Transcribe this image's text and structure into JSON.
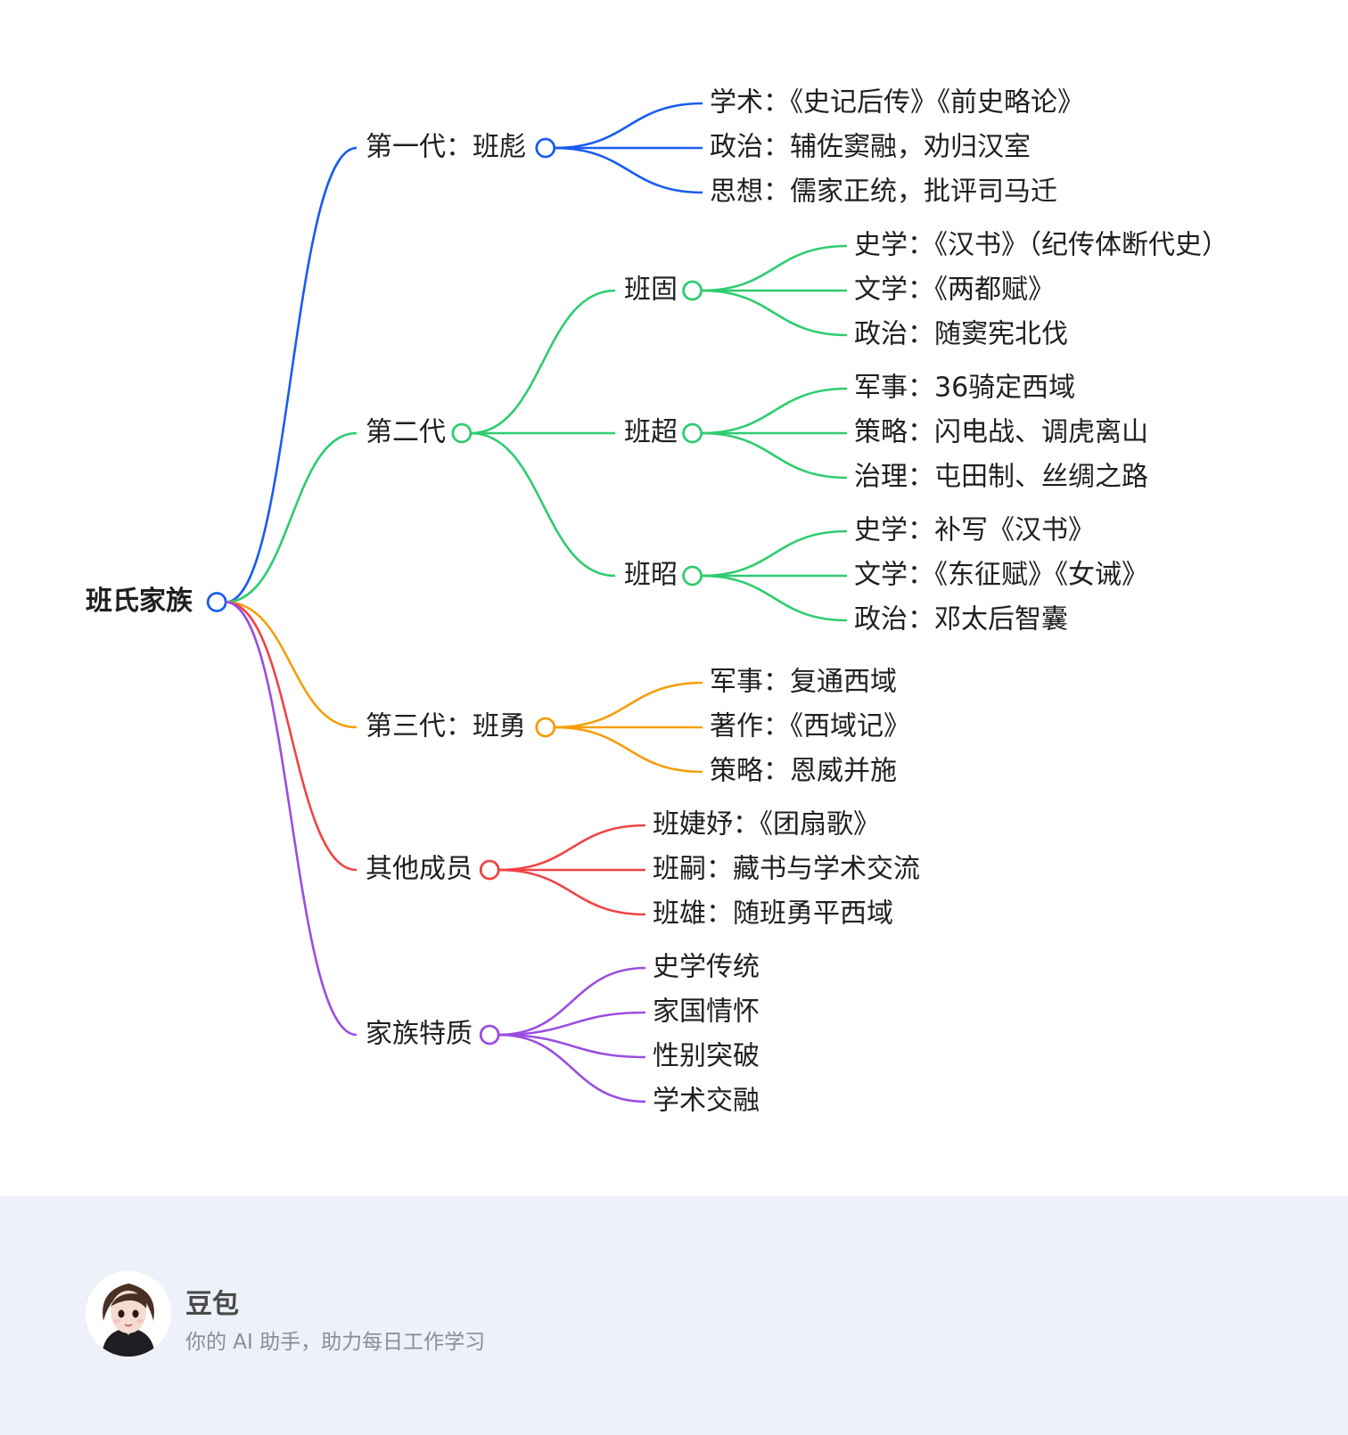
{
  "mindmap": {
    "root": {
      "label": "班氏家族",
      "color": "#1a5cf0",
      "children": [
        {
          "label": "第一代：班彪",
          "color": "#1a5cf0",
          "children": [
            {
              "label": "学术：《史记后传》《前史略论》"
            },
            {
              "label": "政治：辅佐窦融，劝归汉室"
            },
            {
              "label": "思想：儒家正统，批评司马迁"
            }
          ]
        },
        {
          "label": "第二代",
          "color": "#2ecc71",
          "children": [
            {
              "label": "班固",
              "children": [
                {
                  "label": "史学：《汉书》（纪传体断代史）"
                },
                {
                  "label": "文学：《两都赋》"
                },
                {
                  "label": "政治：随窦宪北伐"
                }
              ]
            },
            {
              "label": "班超",
              "children": [
                {
                  "label": "军事：36骑定西域"
                },
                {
                  "label": "策略：闪电战、调虎离山"
                },
                {
                  "label": "治理：屯田制、丝绸之路"
                }
              ]
            },
            {
              "label": "班昭",
              "children": [
                {
                  "label": "史学：补写《汉书》"
                },
                {
                  "label": "文学：《东征赋》《女诫》"
                },
                {
                  "label": "政治：邓太后智囊"
                }
              ]
            }
          ]
        },
        {
          "label": "第三代：班勇",
          "color": "#f59e0b",
          "children": [
            {
              "label": "军事：复通西域"
            },
            {
              "label": "著作：《西域记》"
            },
            {
              "label": "策略：恩威并施"
            }
          ]
        },
        {
          "label": "其他成员",
          "color": "#ef4444",
          "children": [
            {
              "label": "班婕妤：《团扇歌》"
            },
            {
              "label": "班嗣：藏书与学术交流"
            },
            {
              "label": "班雄：随班勇平西域"
            }
          ]
        },
        {
          "label": "家族特质",
          "color": "#9b4de0",
          "children": [
            {
              "label": "史学传统"
            },
            {
              "label": "家国情怀"
            },
            {
              "label": "性别突破"
            },
            {
              "label": "学术交融"
            }
          ]
        }
      ]
    }
  },
  "footer": {
    "brand_name": "豆包",
    "tagline": "你的 AI 助手，助力每日工作学习"
  }
}
